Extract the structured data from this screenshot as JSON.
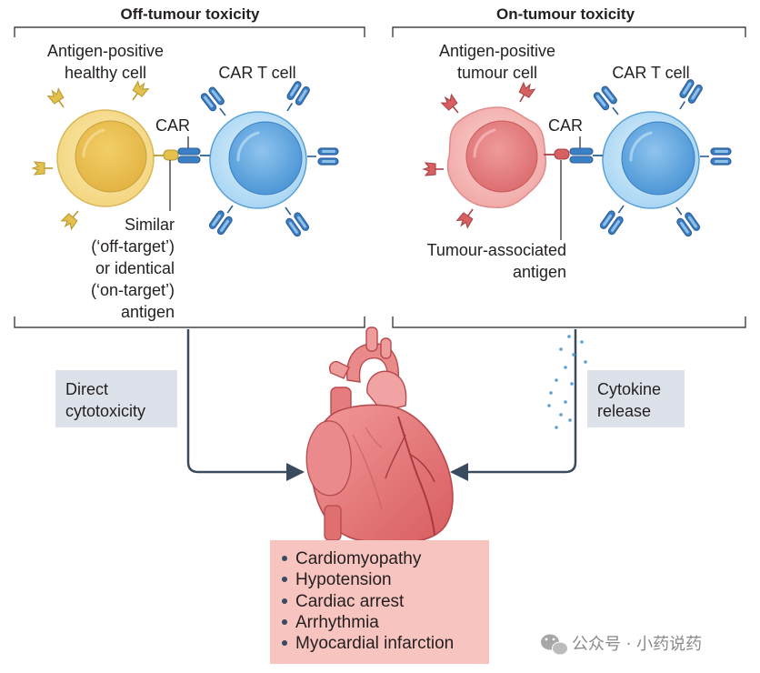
{
  "panels": {
    "left": {
      "title": "Off-tumour toxicity",
      "target_cell_line1": "Antigen-positive",
      "target_cell_line2": "healthy cell",
      "car_t_label": "CAR T cell",
      "car_label": "CAR",
      "antigen_lines": [
        "Similar",
        "(‘off-target’)",
        "or identical",
        "(‘on-target’)",
        "antigen"
      ]
    },
    "right": {
      "title": "On-tumour toxicity",
      "target_cell_line1": "Antigen-positive",
      "target_cell_line2": "tumour cell",
      "car_t_label": "CAR T cell",
      "car_label": "CAR",
      "antigen_line1": "Tumour-associated",
      "antigen_line2": "antigen"
    }
  },
  "mechanisms": {
    "left_line1": "Direct",
    "left_line2": "cytotoxicity",
    "right_line1": "Cytokine",
    "right_line2": "release"
  },
  "outcomes": [
    "Cardiomyopathy",
    "Hypotension",
    "Cardiac arrest",
    "Arrhythmia",
    "Myocardial infarction"
  ],
  "watermark": "公众号 · 小药说药",
  "colors": {
    "healthy_cell": "#f6dc8c",
    "tumour_cell": "#f2a8a8",
    "car_t_cell": "#8cc6ec",
    "receptor_blue": "#3b7fc4",
    "label_box": "#dde2ea",
    "outcome_box": "#f7c4bf",
    "arrow": "#3a4a5f",
    "cytokine_dots": "#5aa0d6",
    "heart": "#e06f70"
  },
  "icons": [
    "heart-illustration",
    "wechat-icon"
  ]
}
